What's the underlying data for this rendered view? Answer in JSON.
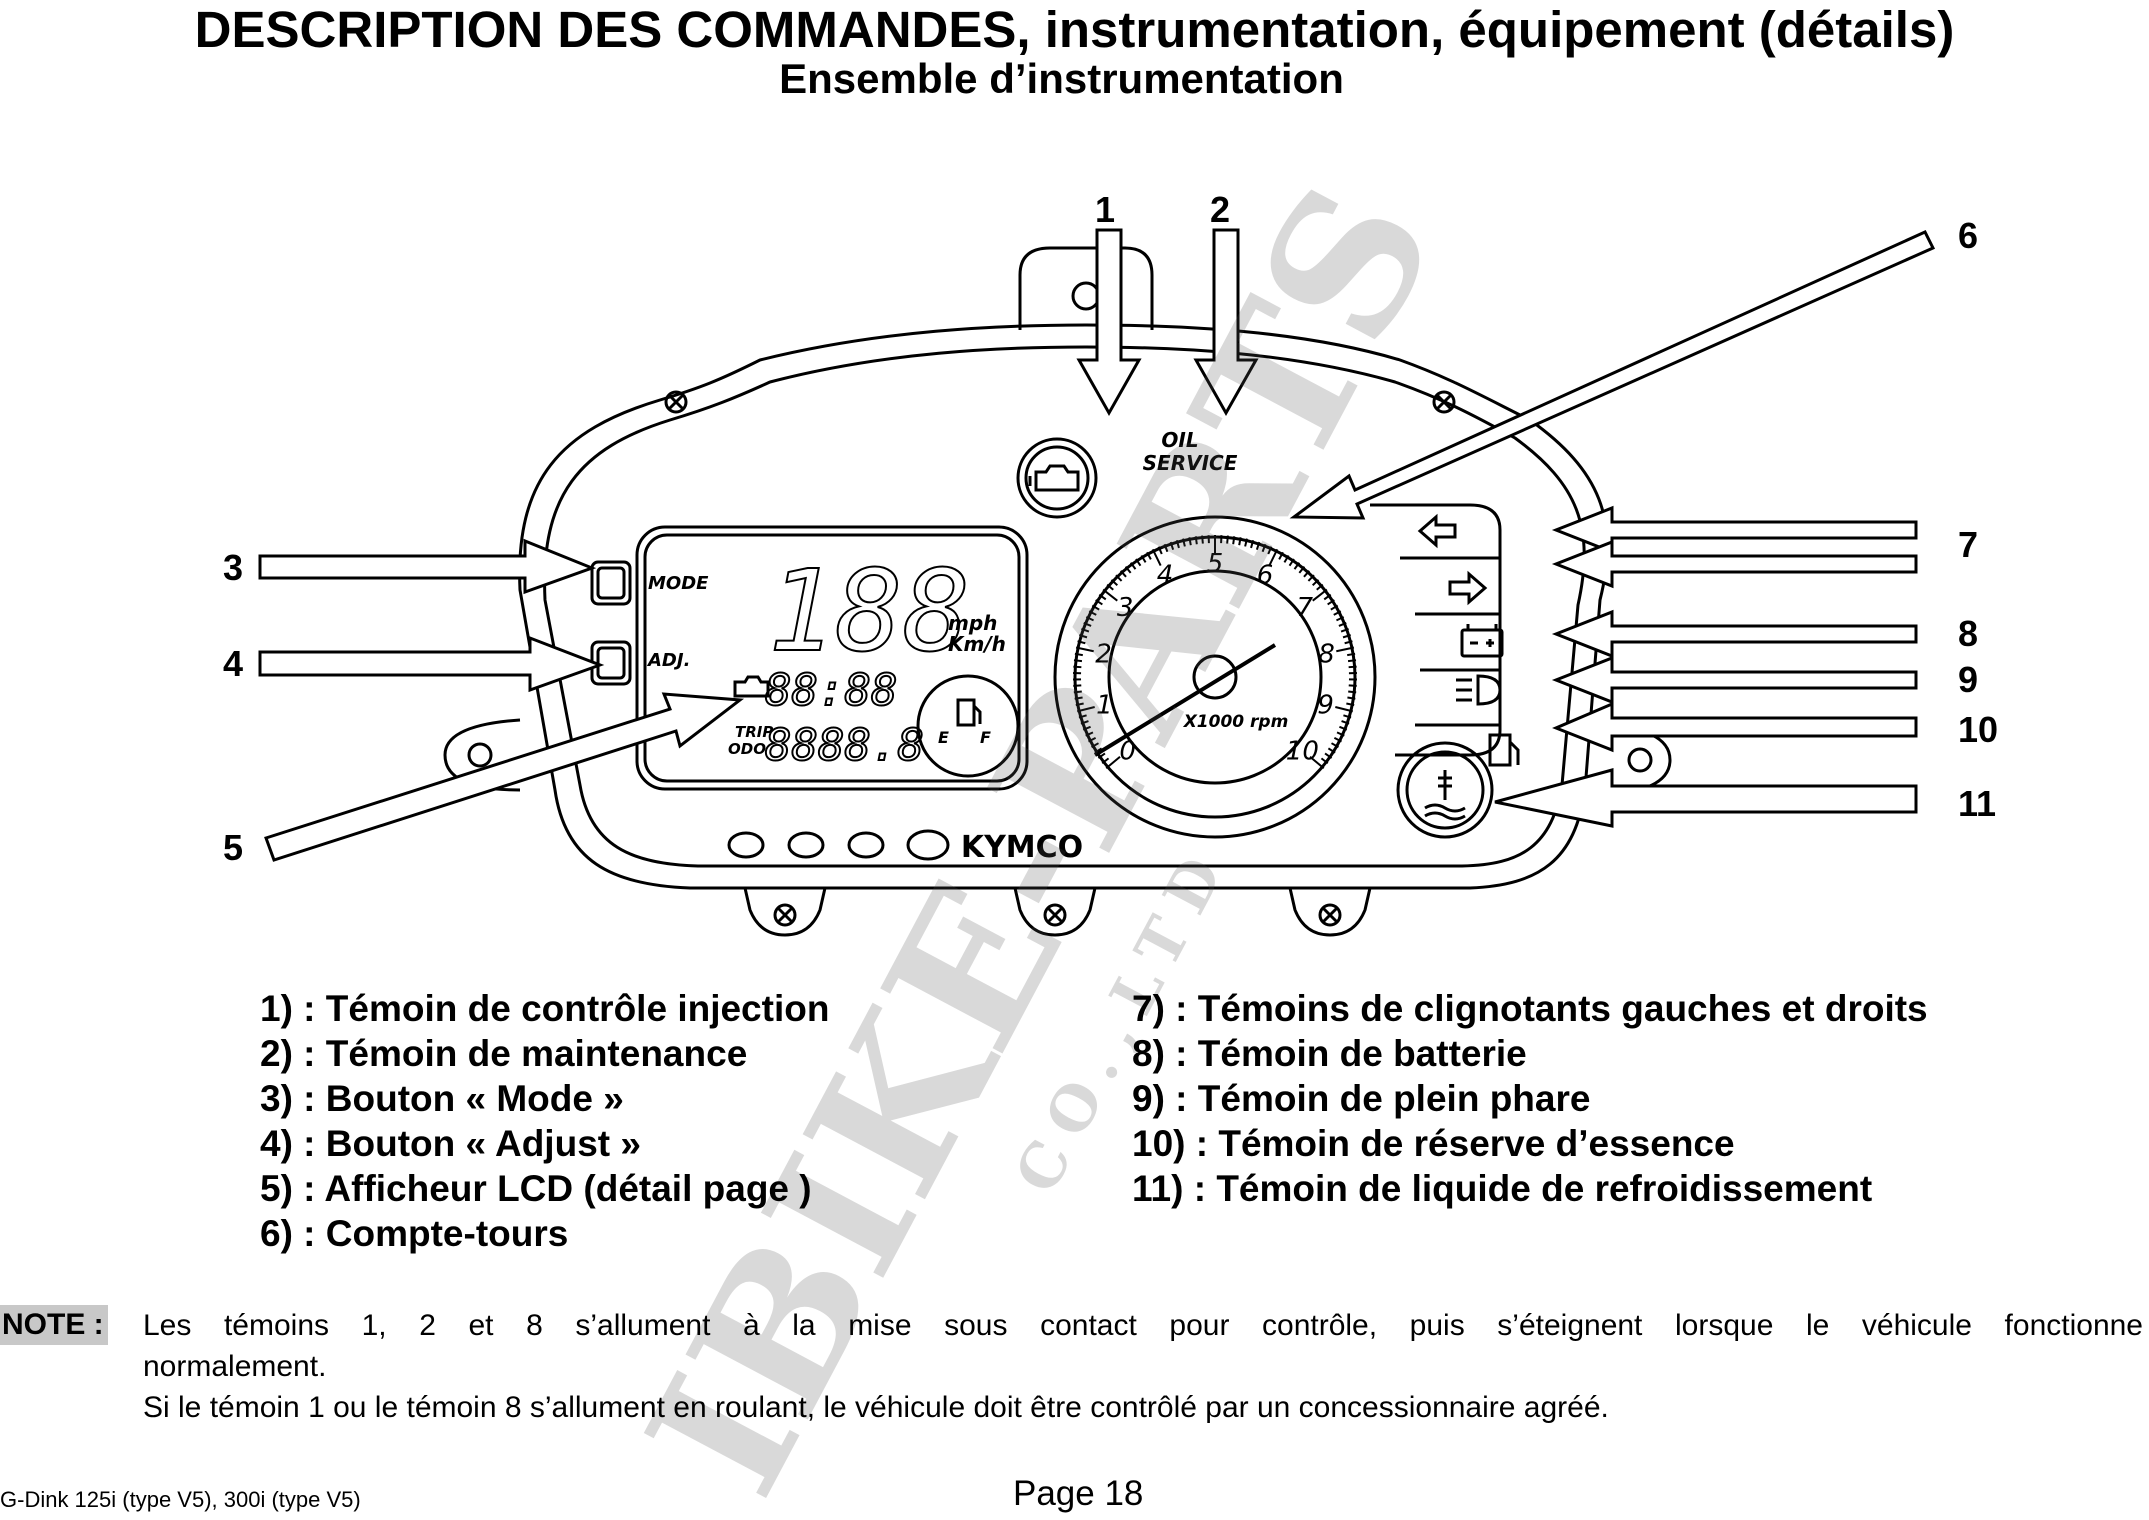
{
  "header": {
    "title": "DESCRIPTION DES COMMANDES, instrumentation, équipement (détails)",
    "subtitle": "Ensemble d’instrumentation"
  },
  "diagram": {
    "callouts": [
      "1",
      "2",
      "3",
      "4",
      "5",
      "6",
      "7",
      "8",
      "9",
      "10",
      "11"
    ],
    "dash_labels": {
      "oil": "OIL",
      "service": "SERVICE",
      "mode": "MODE",
      "adj": "ADJ.",
      "mph": "mph",
      "kmh": "Km/h",
      "trip": "TRIP",
      "odo": "ODO",
      "fuel_e": "E",
      "fuel_f": "F",
      "rpm_unit": "X1000 rpm",
      "brand": "KYMCO",
      "speed_digits": "188",
      "clock_digits": "88:88",
      "odo_digits": "8888.8"
    },
    "tach_numbers": [
      "0",
      "1",
      "2",
      "3",
      "4",
      "5",
      "6",
      "7",
      "8",
      "9",
      "10"
    ]
  },
  "legend": {
    "left": [
      "1) : Témoin de contrôle injection",
      "2) : Témoin de maintenance",
      "3) : Bouton « Mode »",
      "4) : Bouton « Adjust »",
      "5) : Afficheur LCD (détail page )",
      "6) : Compte-tours"
    ],
    "right": [
      "7) : Témoins de clignotants gauches et droits",
      "8) : Témoin de batterie",
      "9) : Témoin de plein phare",
      "10) : Témoin de réserve d’essence",
      "11) : Témoin de liquide de refroidissement"
    ]
  },
  "note": {
    "label": "NOTE :",
    "line1": "Les témoins 1, 2 et 8 s’allument à la mise sous contact pour contrôle, puis s’éteignent lorsque le véhicule fonctionne",
    "line2": "normalement.",
    "line3": "Si le témoin 1 ou le témoin 8 s’allument en roulant, le véhicule doit être contrôlé par un concessionnaire agréé."
  },
  "footer": {
    "model": "G-Dink 125i (type V5), 300i (type V5)",
    "page": "Page 18"
  },
  "watermark": {
    "main": "IBIKE-PARTS",
    "sub": "CO.,LTD"
  }
}
